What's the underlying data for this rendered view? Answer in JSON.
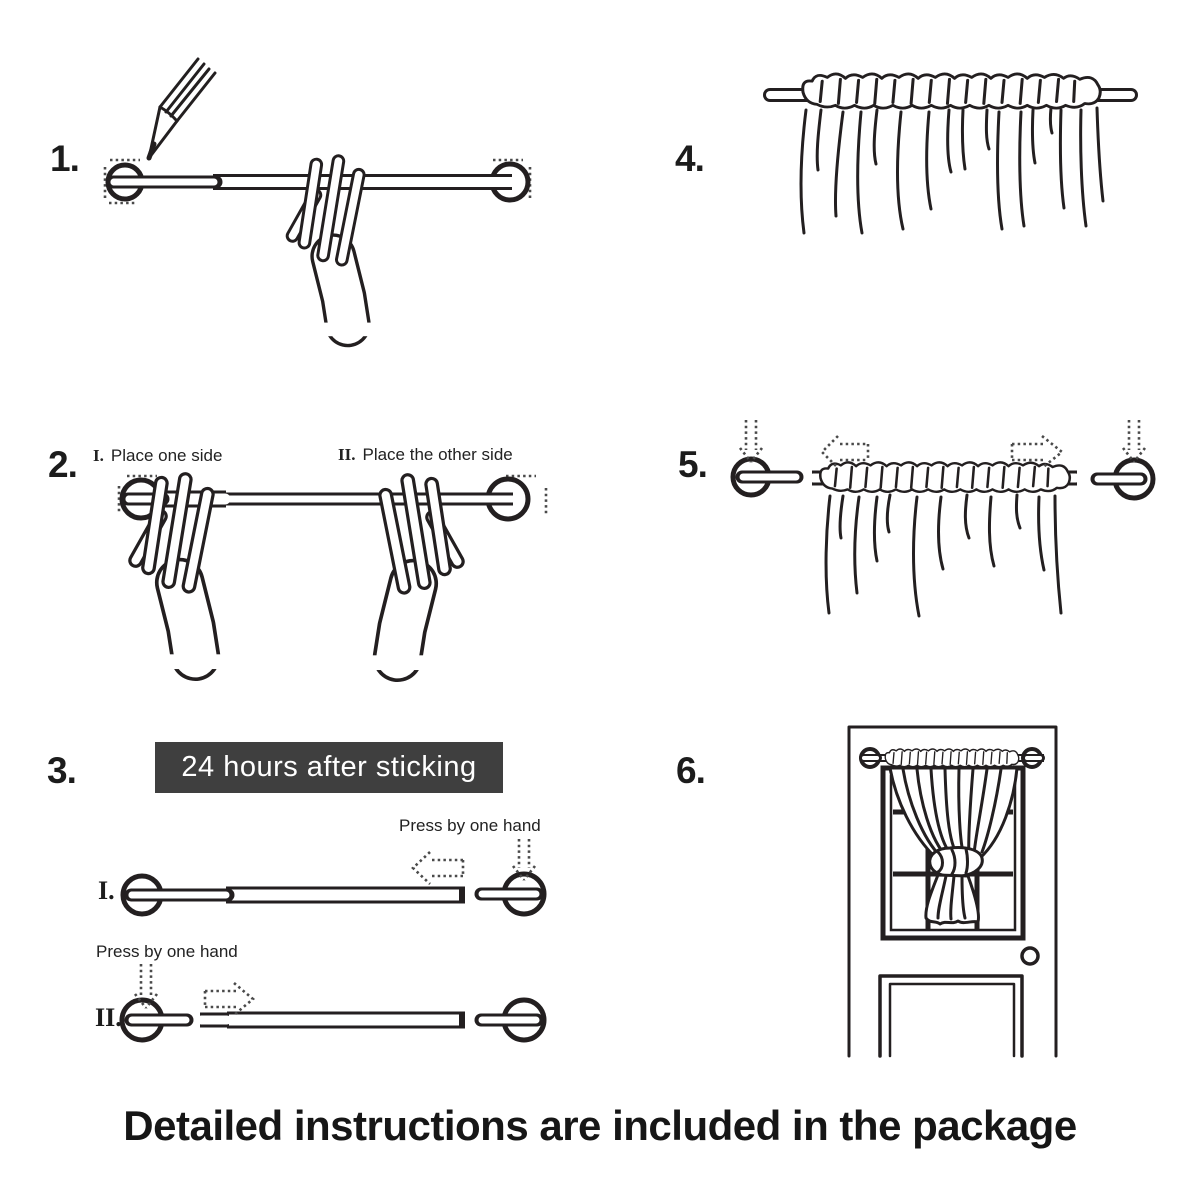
{
  "colors": {
    "ink": "#231f20",
    "banner_bg": "#3f3f3f",
    "banner_text": "#ffffff",
    "page_bg": "#ffffff"
  },
  "steps": {
    "s1": {
      "label": "1."
    },
    "s2": {
      "label": "2.",
      "sub1_numeral": "I.",
      "sub1_text": "Place one side",
      "sub2_numeral": "II.",
      "sub2_text": "Place the other side"
    },
    "s3": {
      "label": "3.",
      "banner": "24 hours after sticking",
      "press_right": "Press by one hand",
      "press_left": "Press by one hand",
      "row1_numeral": "I.",
      "row2_numeral": "II."
    },
    "s4": {
      "label": "4."
    },
    "s5": {
      "label": "5."
    },
    "s6": {
      "label": "6."
    }
  },
  "footer": {
    "text": "Detailed instructions are included in the package"
  }
}
